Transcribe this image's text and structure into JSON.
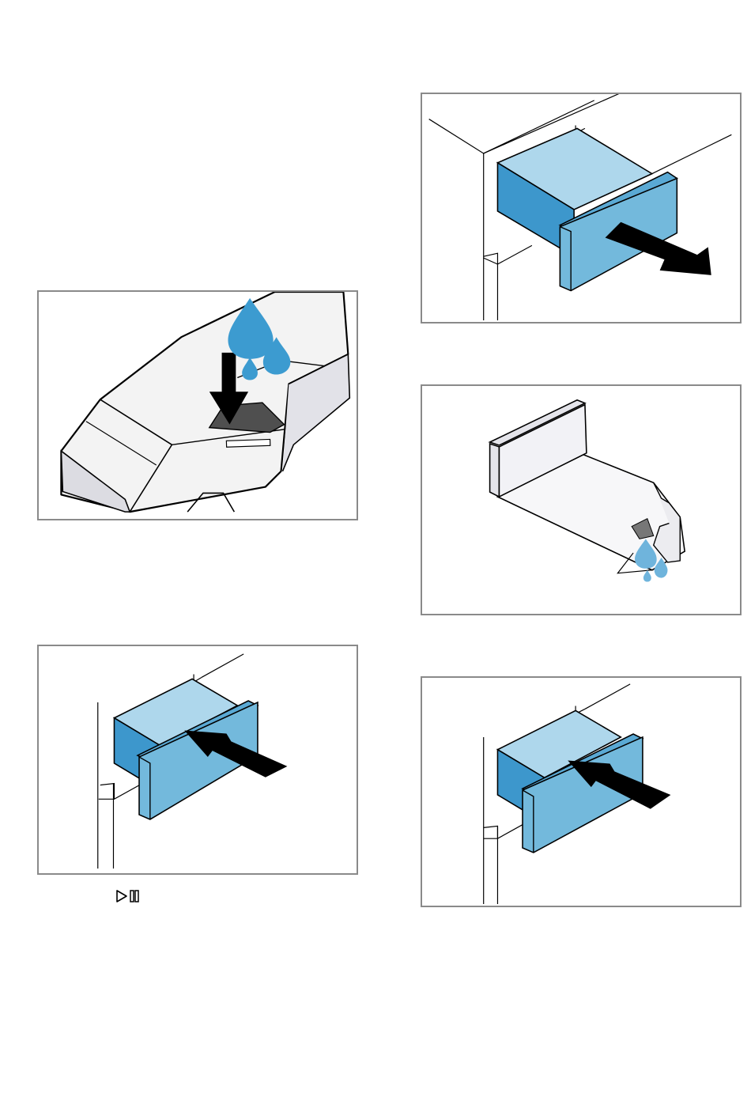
{
  "figures": [
    {
      "id": "fill",
      "icon": "fill-drawer-illustration"
    },
    {
      "id": "insert-a",
      "icon": "push-drawer-in-illustration"
    },
    {
      "id": "pull",
      "icon": "pull-drawer-out-illustration"
    },
    {
      "id": "drain",
      "icon": "drain-drawer-illustration"
    },
    {
      "id": "insert-b",
      "icon": "push-drawer-in-illustration"
    }
  ],
  "start_pause_icon": "start-pause-icon",
  "colors": {
    "drawer_top": "#aed7ec",
    "drawer_front": "#73b9dc",
    "drawer_side": "#3d97cc",
    "water_drop": "#3c9bd0",
    "frame_border": "#8a8a8a",
    "arrow": "#000000"
  }
}
